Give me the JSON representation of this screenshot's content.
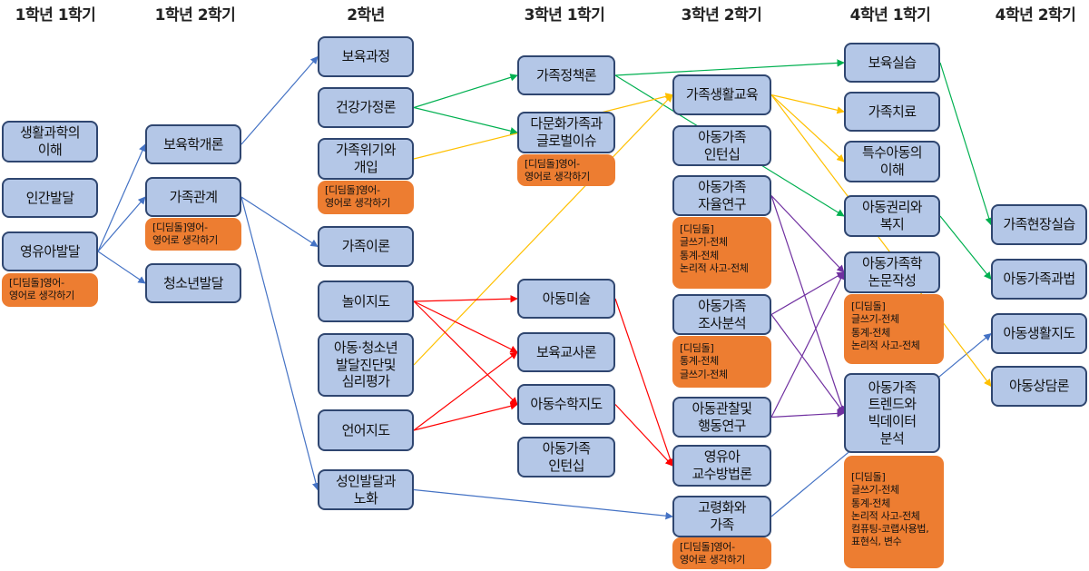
{
  "semesters": [
    {
      "id": "y1s1",
      "label": "1학년 1학기"
    },
    {
      "id": "y1s2",
      "label": "1학년 2학기"
    },
    {
      "id": "y2",
      "label": "2학년"
    },
    {
      "id": "y3s1",
      "label": "3학년 1학기"
    },
    {
      "id": "y3s2",
      "label": "3학년 2학기"
    },
    {
      "id": "y4s1",
      "label": "4학년 1학기"
    },
    {
      "id": "y4s2",
      "label": "4학년 2학기"
    }
  ],
  "courses": {
    "n1": "생활과학의\n이해",
    "n2": "인간발달",
    "n3": "영유아발달",
    "n4": "보육학개론",
    "n5": "가족관계",
    "n6": "청소년발달",
    "n7": "보육과정",
    "n8": "건강가정론",
    "n9": "가족위기와\n개입",
    "n10": "가족이론",
    "n11": "놀이지도",
    "n12": "아동·청소년\n발달진단및\n심리평가",
    "n13": "언어지도",
    "n14": "성인발달과\n노화",
    "n15": "가족정책론",
    "n16": "다문화가족과\n글로벌이슈",
    "n17": "아동미술",
    "n18": "보육교사론",
    "n19": "아동수학지도",
    "n20": "아동가족\n인턴십",
    "n21": "가족생활교육",
    "n22": "아동가족\n인턴십",
    "n23": "아동가족\n자율연구",
    "n24": "아동가족\n조사분석",
    "n25": "아동관찰및\n행동연구",
    "n26": "영유아\n교수방법론",
    "n27": "고령화와\n가족",
    "n28": "보육실습",
    "n29": "가족치료",
    "n30": "특수아동의\n이해",
    "n31": "아동권리와\n복지",
    "n32": "아동가족학\n논문작성",
    "n33": "아동가족\n트렌드와\n빅데이터\n분석",
    "n34": "가족현장실습",
    "n35": "아동가족과법",
    "n36": "아동생활지도",
    "n37": "아동상담론"
  },
  "notes": {
    "t1": "[디딤돌]영어-\n영어로 생각하기",
    "t2": "[디딤돌]영어-\n영어로 생각하기",
    "t3": "[디딤돌]영어-\n영어로 생각하기",
    "t4": "[디딤돌]영어-\n영어로 생각하기",
    "t5": "[디딤돌]\n글쓰기-전체\n통계-전체\n논리적 사고-전체",
    "t6": "[디딤돌]\n통계-전체\n글쓰기-전체",
    "t7": "[디딤돌]영어-\n영어로 생각하기",
    "t8": "[디딤돌]\n글쓰기-전체\n통계-전체\n논리적 사고-전체",
    "t9": "[디딤돌]\n글쓰기-전체\n통계-전체\n논리적 사고-전체\n컴퓨팅-코랩사용법,\n표현식, 변수"
  },
  "colors": {
    "node_fill": "#b4c7e7",
    "node_border": "#2f4670",
    "note_fill": "#ed7d31",
    "blue": "#4472c4",
    "green": "#00b050",
    "yellow": "#ffc000",
    "red": "#ff0000",
    "purple": "#7030a0"
  },
  "edges": [
    {
      "from": "n3",
      "to": "n4",
      "color": "blue"
    },
    {
      "from": "n3",
      "to": "n5",
      "color": "blue"
    },
    {
      "from": "n3",
      "to": "n6",
      "color": "blue"
    },
    {
      "from": "n4",
      "to": "n7",
      "color": "blue"
    },
    {
      "from": "n5",
      "to": "n10",
      "color": "blue"
    },
    {
      "from": "n5",
      "to": "n14",
      "color": "blue"
    },
    {
      "from": "n14",
      "to": "n27",
      "color": "blue"
    },
    {
      "from": "n27",
      "to": "n36",
      "color": "blue"
    },
    {
      "from": "n15",
      "to": "n28",
      "color": "green"
    },
    {
      "from": "n8",
      "to": "n15",
      "color": "green"
    },
    {
      "from": "n8",
      "to": "n16",
      "color": "green"
    },
    {
      "from": "n15",
      "to": "n31",
      "color": "green"
    },
    {
      "from": "n28",
      "to": "n34",
      "color": "green"
    },
    {
      "from": "n31",
      "to": "n35",
      "color": "green"
    },
    {
      "from": "n9",
      "to": "n21",
      "color": "yellow"
    },
    {
      "from": "n12",
      "to": "n21",
      "color": "yellow"
    },
    {
      "from": "n21",
      "to": "n29",
      "color": "yellow"
    },
    {
      "from": "n21",
      "to": "n30",
      "color": "yellow"
    },
    {
      "from": "n21",
      "to": "n37",
      "color": "yellow"
    },
    {
      "from": "n11",
      "to": "n17",
      "color": "red"
    },
    {
      "from": "n11",
      "to": "n18",
      "color": "red"
    },
    {
      "from": "n11",
      "to": "n19",
      "color": "red"
    },
    {
      "from": "n13",
      "to": "n18",
      "color": "red"
    },
    {
      "from": "n13",
      "to": "n19",
      "color": "red"
    },
    {
      "from": "n17",
      "to": "n26",
      "color": "red"
    },
    {
      "from": "n19",
      "to": "n26",
      "color": "red"
    },
    {
      "from": "n23",
      "to": "n32",
      "color": "purple"
    },
    {
      "from": "n23",
      "to": "n33",
      "color": "purple"
    },
    {
      "from": "n24",
      "to": "n32",
      "color": "purple"
    },
    {
      "from": "n24",
      "to": "n33",
      "color": "purple"
    },
    {
      "from": "n25",
      "to": "n32",
      "color": "purple"
    },
    {
      "from": "n25",
      "to": "n33",
      "color": "purple"
    }
  ]
}
